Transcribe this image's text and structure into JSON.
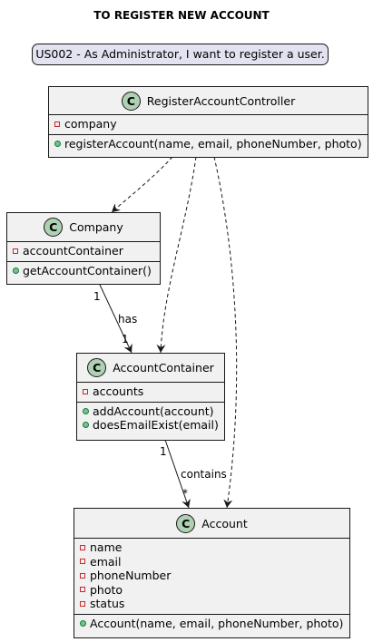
{
  "diagram": {
    "title": "TO REGISTER NEW ACCOUNT",
    "note": "US002 - As Administrator, I want to register a user."
  },
  "classes": {
    "controller": {
      "icon": "C",
      "name": "RegisterAccountController",
      "attributes": [
        "company"
      ],
      "methods": [
        "registerAccount(name, email, phoneNumber, photo)"
      ]
    },
    "company": {
      "icon": "C",
      "name": "Company",
      "attributes": [
        "accountContainer"
      ],
      "methods": [
        "getAccountContainer()"
      ]
    },
    "account_container": {
      "icon": "C",
      "name": "AccountContainer",
      "attributes": [
        "accounts"
      ],
      "methods": [
        "addAccount(account)",
        "doesEmailExist(email)"
      ]
    },
    "account": {
      "icon": "C",
      "name": "Account",
      "attributes": [
        "name",
        "email",
        "phoneNumber",
        "photo",
        "status"
      ],
      "methods": [
        "Account(name, email, phoneNumber, photo)"
      ]
    }
  },
  "relations": {
    "company_container": {
      "label": "has",
      "source_mult": "1",
      "target_mult": "1"
    },
    "container_account": {
      "label": "contains",
      "source_mult": "1",
      "target_mult": "*"
    }
  },
  "colors": {
    "class_fill": "#f1f1f1",
    "note_fill": "#e2e2f0",
    "class_icon": "#add1b2",
    "private_marker": "#c82930",
    "public_marker": "#84be84",
    "line": "#181818"
  }
}
